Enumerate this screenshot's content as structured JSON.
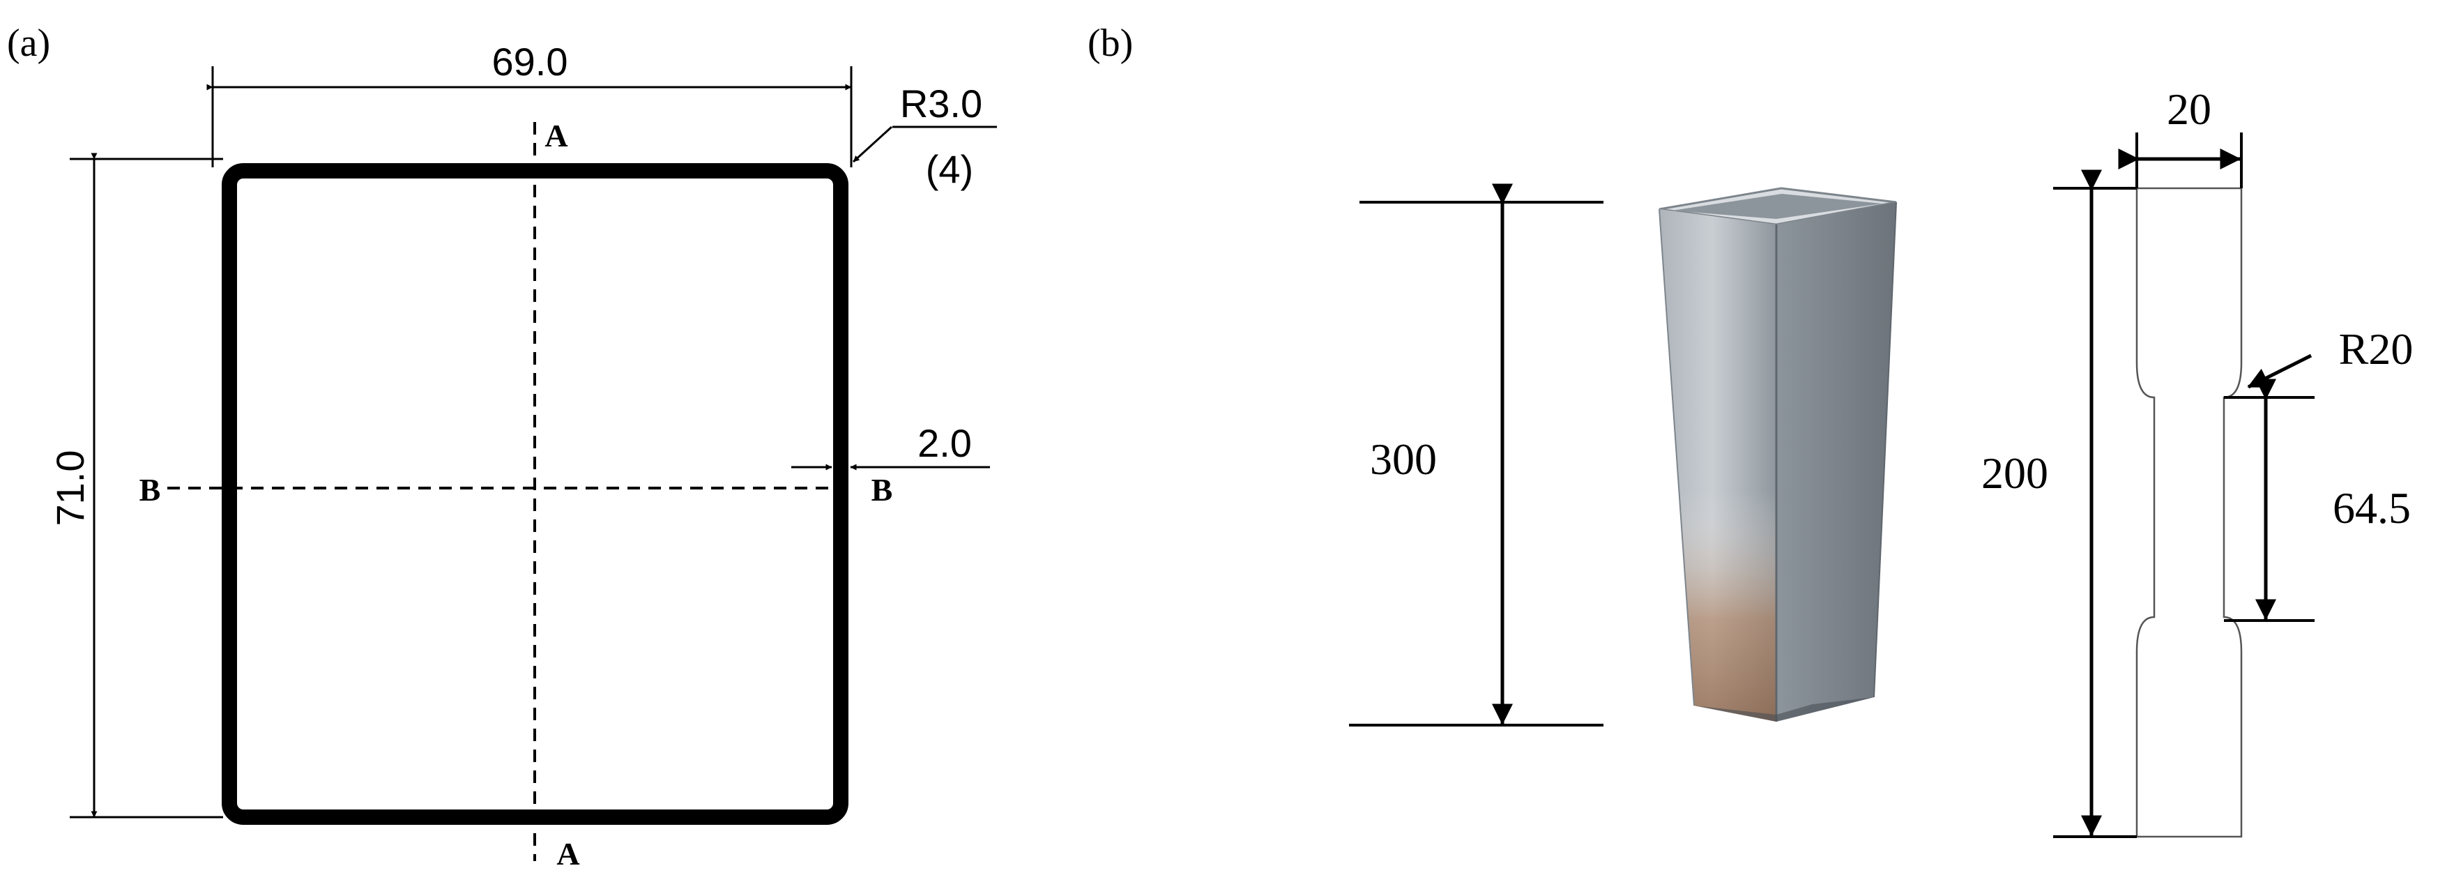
{
  "panel_a": {
    "label": "(a)",
    "width_dim": "69.0",
    "height_dim": "71.0",
    "radius_dim": "R3.0",
    "radius_count": "(4)",
    "thickness_dim": "2.0",
    "section_top": "A",
    "section_bottom": "A",
    "section_left": "B",
    "section_right": "B"
  },
  "panel_b": {
    "label": "(b)",
    "tube_length": "300",
    "specimen_width": "20",
    "specimen_radius": "R20",
    "specimen_length": "200",
    "gauge_length": "64.5"
  },
  "colors": {
    "line": "#000000",
    "tube_light": "#c9ced3",
    "tube_mid": "#9ea6ad",
    "tube_dark": "#6c737a",
    "tube_copper": "#b07a52"
  }
}
